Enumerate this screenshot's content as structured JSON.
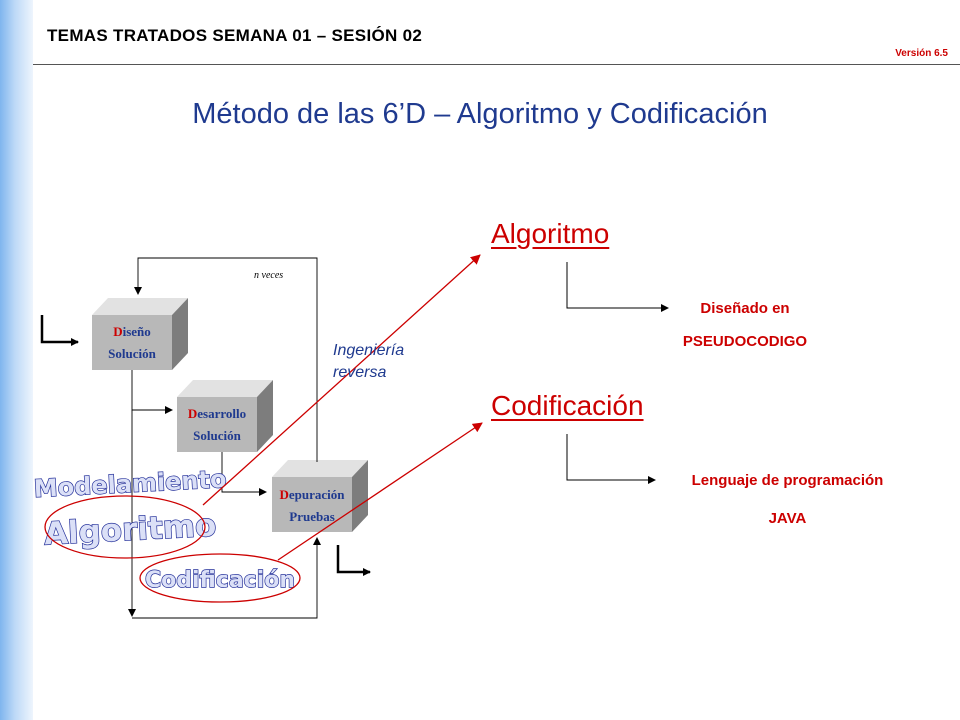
{
  "header": {
    "title": "TEMAS TRATADOS SEMANA 01 – SESIÓN 02",
    "version": "Versión 6.5"
  },
  "slide": {
    "title": "Método de las 6’D – Algoritmo y Codificación"
  },
  "diagram": {
    "boxes": {
      "diseno": {
        "initial": "D",
        "rest": "iseño",
        "line2": "Solución"
      },
      "desarrollo": {
        "initial": "D",
        "rest": "esarrollo",
        "line2": "Solución"
      },
      "depuracion": {
        "initial": "D",
        "rest": "epuración",
        "line2": "Pruebas"
      }
    },
    "loop_label": "n veces",
    "reverse_label_line1": "Ingeniería",
    "reverse_label_line2": "reversa",
    "wordart": {
      "modelamiento": "Modelamiento",
      "algoritmo": "Algoritmo",
      "codificacion": "Codificación"
    }
  },
  "right": {
    "algoritmo": {
      "heading": "Algoritmo",
      "line1": "Diseñado en",
      "line2": "PSEUDOCODIGO"
    },
    "codificacion": {
      "heading": "Codificación",
      "line1": "Lenguaje de programación",
      "line2": "JAVA"
    }
  },
  "colors": {
    "accent_red": "#cc0000",
    "title_blue": "#1f3a8f",
    "box_gray": "#b8b8b8"
  }
}
